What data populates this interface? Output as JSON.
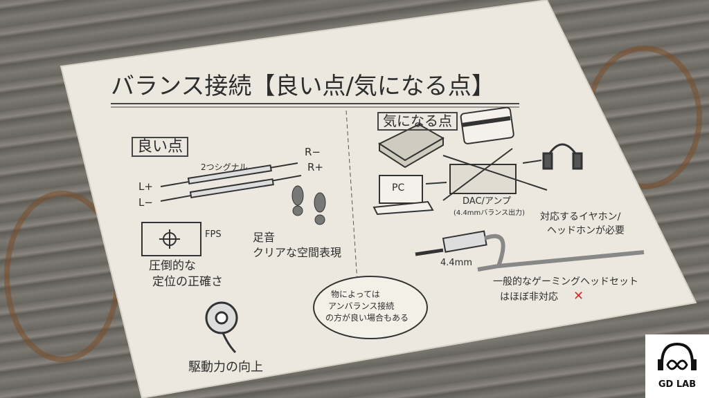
{
  "title": "バランス接続【良い点/気になる点】",
  "good": {
    "heading": "良い点",
    "signal_label": "2つシグナル",
    "channels": [
      "L+",
      "L−",
      "R−",
      "R+"
    ],
    "fps_label": "FPS",
    "positioning": [
      "圧倒的な",
      "定位の正確さ"
    ],
    "footsteps": [
      "足音",
      "クリアな空間表現"
    ],
    "drive": "駆動力の向上"
  },
  "concerns": {
    "heading": "気になる点",
    "pc_label": "PC",
    "dac_label": "DAC/アンプ",
    "dac_sub": "(4.4mmバランス出力)",
    "plug_label": "4.4mm",
    "compat_note": [
      "対応するイヤホン/",
      "ヘッドホンが必要"
    ],
    "gaming_note": [
      "一般的なゲーミングヘッドセット",
      "はほぼ非対応"
    ],
    "x_mark": "✕"
  },
  "bubble": [
    "物によっては",
    "アンバランス接続",
    "の方が良い場合もある"
  ],
  "logo": "GD LAB",
  "colors": {
    "paper": "#ece8df",
    "ink": "#2d2d2d",
    "x_mark": "#d8282a"
  }
}
